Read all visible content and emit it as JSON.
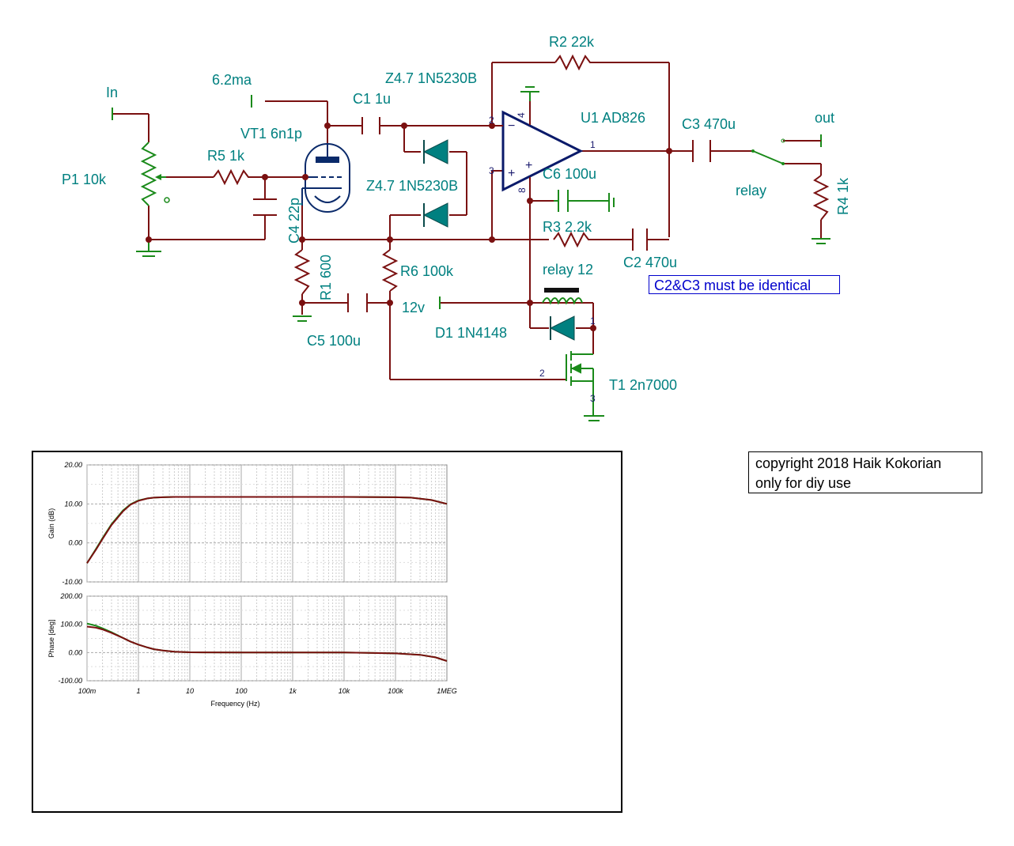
{
  "schematic": {
    "labels": {
      "in": "In",
      "out": "out",
      "p1": "P1 10k",
      "r5": "R5 1k",
      "bias": "6.2ma",
      "vt1": "VT1 6n1p",
      "c4": "C4 22p",
      "r1": "R1 600",
      "c5": "C5 100u",
      "r6": "R6 100k",
      "v12": "12v",
      "c1": "C1 1u",
      "z1": "Z4.7 1N5230B",
      "z2": "Z4.7 1N5230B",
      "r2": "R2 22k",
      "u1": "U1 AD826",
      "c6": "C6 100u",
      "r3": "R3 2.2k",
      "c2": "C2 470u",
      "c3": "C3 470u",
      "relay": "relay",
      "relay12": "relay 12",
      "r4": "R4 1k",
      "d1": "D1 1N4148",
      "t1": "T1 2n7000"
    },
    "pins": {
      "op_inv": "2",
      "op_noninv": "3",
      "op_out": "1",
      "op_v4": "4",
      "op_v8": "8",
      "op_minus": "−",
      "op_plus": "+",
      "op_plus2": "+",
      "t1_gate": "2",
      "t1_source": "3",
      "t1_drain": "1"
    },
    "note": "C2&C3 must be identical",
    "copyright_line1": "copyright 2018 Haik Kokorian",
    "copyright_line2": "only for diy use"
  },
  "chart_data": [
    {
      "type": "line",
      "xscale": "log",
      "xlim": [
        0.1,
        1000000
      ],
      "ylim": [
        -10,
        20
      ],
      "ylabel": "Gain (dB)",
      "y_ticks": [
        "20.00",
        "10.00",
        "0.00",
        "-10.00"
      ],
      "grid": true,
      "colors": [
        "#1a8a1a",
        "#7a1010"
      ],
      "x": [
        0.1,
        0.15,
        0.2,
        0.3,
        0.5,
        0.7,
        1,
        1.5,
        2,
        3,
        5,
        10,
        100,
        1000,
        10000,
        100000,
        200000,
        500000,
        1000000
      ],
      "series": [
        {
          "values": [
            -5.2,
            -1.5,
            1.2,
            4.8,
            8.3,
            9.9,
            10.9,
            11.4,
            11.6,
            11.7,
            11.8,
            11.8,
            11.8,
            11.8,
            11.8,
            11.7,
            11.6,
            11.0,
            10.0
          ]
        },
        {
          "values": [
            -5.2,
            -1.7,
            1.0,
            4.6,
            8.1,
            9.8,
            10.8,
            11.4,
            11.6,
            11.7,
            11.8,
            11.8,
            11.8,
            11.8,
            11.8,
            11.7,
            11.6,
            11.0,
            10.0
          ]
        }
      ]
    },
    {
      "type": "line",
      "xscale": "log",
      "xlim": [
        0.1,
        1000000
      ],
      "ylim": [
        -100,
        200
      ],
      "xlabel": "Frequency (Hz)",
      "ylabel": "Phase [deg]",
      "y_ticks": [
        "200.00",
        "100.00",
        "0.00",
        "-100.00"
      ],
      "x_ticks": [
        "100m",
        "1",
        "10",
        "100",
        "1k",
        "10k",
        "100k",
        "1MEG"
      ],
      "grid": true,
      "colors": [
        "#1a8a1a",
        "#7a1010"
      ],
      "x": [
        0.1,
        0.15,
        0.2,
        0.3,
        0.5,
        0.7,
        1,
        1.5,
        2,
        3,
        5,
        10,
        100,
        1000,
        10000,
        30000,
        100000,
        300000,
        600000,
        1000000
      ],
      "series": [
        {
          "values": [
            103,
            95,
            86,
            72,
            52,
            39,
            28,
            18,
            12,
            7,
            3,
            1,
            0,
            0,
            0,
            -1,
            -3,
            -8,
            -17,
            -30
          ]
        },
        {
          "values": [
            92,
            88,
            82,
            70,
            52,
            39,
            28,
            18,
            12,
            7,
            3,
            1,
            0,
            0,
            0,
            -1,
            -3,
            -8,
            -17,
            -30
          ]
        }
      ]
    }
  ]
}
